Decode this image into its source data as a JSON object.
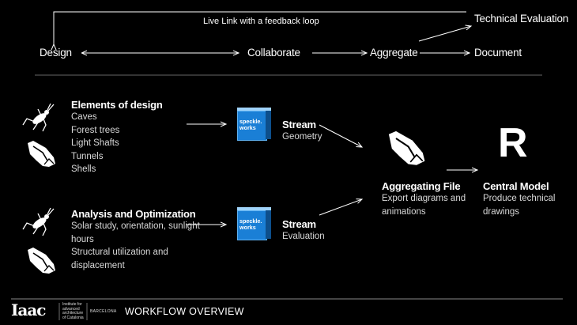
{
  "top_flow": {
    "feedback_label": "Live Link with a feedback loop",
    "design": "Design",
    "collaborate": "Collaborate",
    "aggregate": "Aggregate",
    "document": "Document",
    "technical_evaluation": "Technical Evaluation"
  },
  "inputs": {
    "design_group": {
      "title": "Elements of design",
      "items": [
        "Caves",
        "Forest trees",
        "Light Shafts",
        "Tunnels",
        "Shells"
      ]
    },
    "analysis_group": {
      "title": "Analysis and Optimization",
      "items": [
        "Solar study, orientation, sunlight",
        "hours",
        "Structural utilization and",
        "displacement"
      ]
    }
  },
  "streams": {
    "geometry": {
      "logo": [
        "speckle.",
        "works"
      ],
      "title": "Stream",
      "subtitle": "Geometry"
    },
    "evaluation": {
      "logo": [
        "speckle.",
        "works"
      ],
      "title": "Stream",
      "subtitle": "Evaluation"
    }
  },
  "aggregating": {
    "title": "Aggregating File",
    "lines": [
      "Export diagrams and",
      "animations"
    ]
  },
  "central": {
    "logo_letter": "R",
    "title": "Central Model",
    "lines": [
      "Produce technical",
      "drawings"
    ]
  },
  "footer": {
    "logo_text": "Iaac",
    "institute_lines": [
      "Institute for",
      "advanced",
      "architecture",
      "of Catalonia"
    ],
    "city": "BARCELONA",
    "title": "WORKFLOW OVERVIEW"
  },
  "colors": {
    "background": "#000000",
    "text": "#ffffff",
    "speckle_blue": "#1a7fd6"
  },
  "icons": [
    "grasshopper-icon",
    "rhino-icon",
    "speckle-logo-icon",
    "revit-logo-icon",
    "iaac-logo-icon"
  ]
}
